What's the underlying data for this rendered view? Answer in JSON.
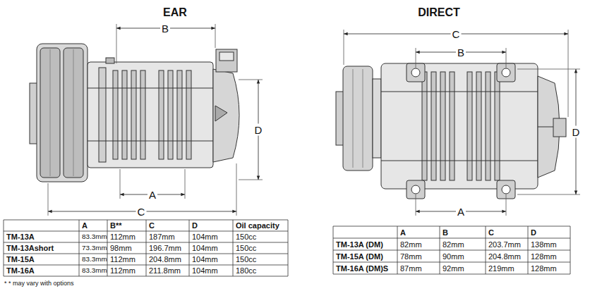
{
  "diagram": {
    "labels": [
      "EAR",
      "DIRECT",
      "B",
      "D",
      "A",
      "C",
      "C",
      "B",
      "D",
      "A",
      "A",
      "B**",
      "C",
      "D",
      "Oil capacity",
      "TM-13A",
      "83.3mm",
      "112mm",
      "187mm",
      "104mm",
      "150cc",
      "TM-13Ashort",
      "73.3mm",
      "98mm",
      "196.7mm",
      "104mm",
      "150cc",
      "TM-15A",
      "83.3mm",
      "112mm",
      "204.8mm",
      "104mm",
      "150cc",
      "TM-16A",
      "83.3mm",
      "112mm",
      "211.8mm",
      "104mm",
      "180cc",
      "* * may vary with options",
      "A",
      "B",
      "C",
      "D",
      "TM-13A (DM)",
      "82mm",
      "82mm",
      "203.7mm",
      "138mm",
      "TM-15A (DM)",
      "78mm",
      "90mm",
      "204.8mm",
      "128mm",
      "TM-16A (DM)S",
      "87mm",
      "92mm",
      "219mm",
      "128mm"
    ]
  }
}
